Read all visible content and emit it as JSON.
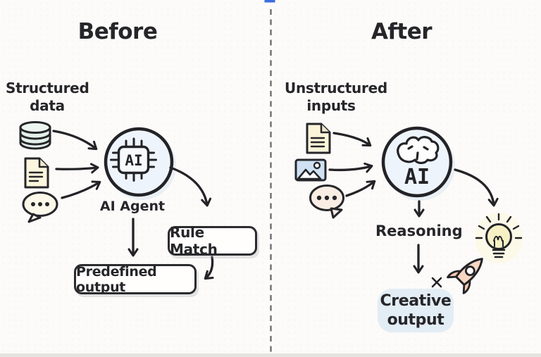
{
  "canvas": {
    "accent_bar_color": "#3d6ce2",
    "divider_color": "#646468",
    "bottom_strip_color": "#e6e4e0",
    "background": "#fcfbf9",
    "ink": "#26262a"
  },
  "before": {
    "title": "Before",
    "inputs_label": {
      "line1": "Structured",
      "line2": "data"
    },
    "input_icons": [
      "database-icon",
      "document-icon",
      "chat-bubble-icon"
    ],
    "node": {
      "chip_label": "AI",
      "caption": "AI Agent",
      "icon": "chip-icon"
    },
    "rule_match_label": "Rule Match",
    "predefined_output_label": "Predefined output"
  },
  "after": {
    "title": "After",
    "inputs_label": {
      "line1": "Unstructured",
      "line2": "inputs"
    },
    "input_icons": [
      "document-icon",
      "image-icon",
      "chat-bubble-icon"
    ],
    "node": {
      "label": "AI",
      "icon": "brain-icon"
    },
    "reasoning_label": "Reasoning",
    "creative_output": {
      "line1": "Creative",
      "line2": "output"
    },
    "output_icons": [
      "lightbulb-icon",
      "rocket-icon",
      "sparkle-icon"
    ]
  },
  "colors": {
    "node_fill": "#eef4fb",
    "node_halo": "#d7e5f2",
    "database_fill": "#e3efe9",
    "document_fill": "#fbf6dd",
    "bubble_left_fill": "#fcf9ea",
    "bubble_right_fill": "#faeee4",
    "image_fill": "#cfe1f3",
    "bulb_fill": "#f6f1c5",
    "bulb_glow": "#fcf8e0",
    "rocket_fill": "#f9d6c2",
    "rocket_fin_fill": "#f7c8b0",
    "creative_blob_fill": "#e3edf5"
  }
}
